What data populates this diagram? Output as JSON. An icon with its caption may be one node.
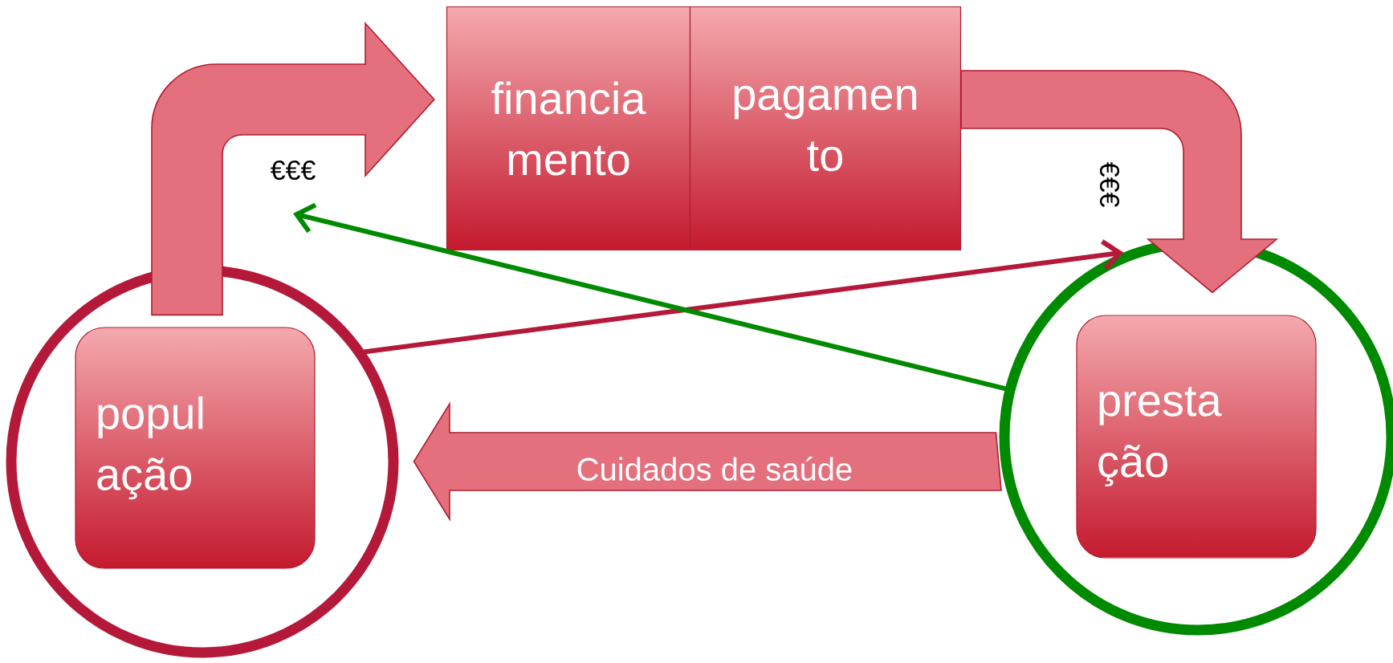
{
  "diagram": {
    "nodes": [
      {
        "text": [],
        "shape": "circle"
      },
      {
        "text": [
          "popul ação"
        ],
        "in": 0
      },
      {
        "text": [],
        "shape": "circle"
      },
      {
        "text": [
          "presta ção"
        ],
        "in": 2
      },
      {
        "text": [
          "financia mento"
        ]
      },
      {
        "text": [
          "pagamen to"
        ]
      }
    ],
    "edges": [
      {
        "from": 1,
        "to": 4,
        "arrow": "to",
        "style": "thick",
        "label": "€€€"
      },
      {
        "from": 5,
        "to": 3,
        "arrow": "to",
        "style": "thick",
        "label": "€€€"
      },
      {
        "from": 2,
        "to": 0,
        "arrow": "to",
        "style": "thick",
        "label": "Cuidados de saúde"
      },
      {
        "from": 0,
        "to": 2,
        "arrow": "to",
        "color": "#b5193a"
      },
      {
        "from": 2,
        "to": null,
        "arrow": "to",
        "color": "#008a00"
      }
    ]
  }
}
